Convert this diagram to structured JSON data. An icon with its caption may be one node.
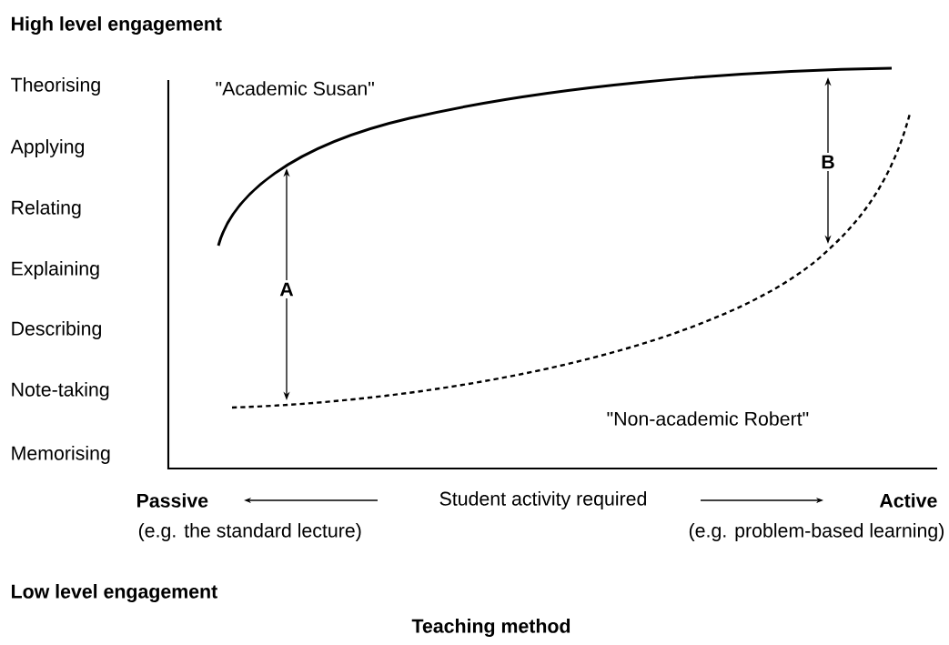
{
  "diagram": {
    "caption": "Teaching method",
    "labels": [
      "High level engagement",
      "Theorising",
      "Applying",
      "Relating",
      "Explaining",
      "Describing",
      "Note-taking",
      "Memorising",
      "\"Academic Susan\"",
      "B",
      "A",
      "\"Non-academic Robert\"",
      "Passive",
      "Student activity required",
      "Active",
      "(e.g. the standard lecture)",
      "(e.g. problem-based learning)",
      "Low level engagement"
    ]
  }
}
